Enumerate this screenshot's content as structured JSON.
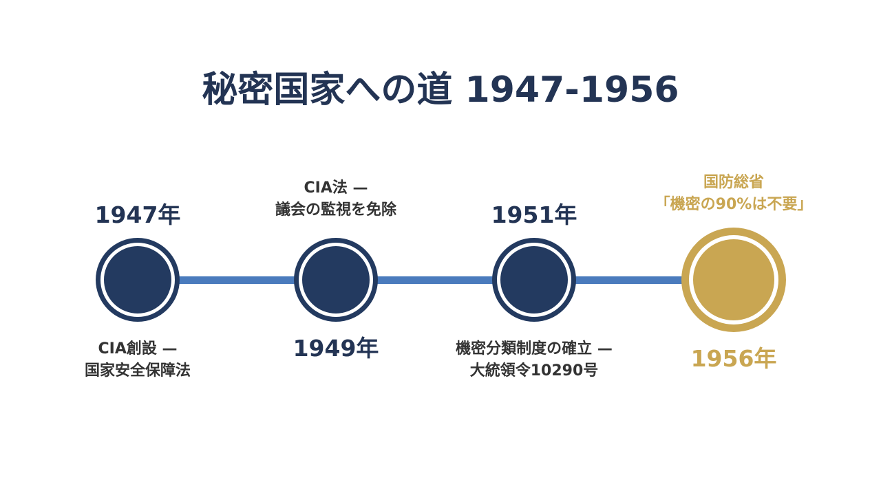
{
  "title": "秘密国家への道 1947-1956",
  "colors": {
    "navy": "#233a60",
    "title_text": "#233454",
    "line": "#4a7bbd",
    "gold": "#c9a652",
    "desc_text": "#333333"
  },
  "timeline": [
    {
      "year": "1947年",
      "desc_line1": "CIA創設 —",
      "desc_line2": "国家安全保障法",
      "year_position": "above",
      "style": "navy"
    },
    {
      "year": "1949年",
      "desc_line1": "CIA法 —",
      "desc_line2": "議会の監視を免除",
      "year_position": "below",
      "style": "navy"
    },
    {
      "year": "1951年",
      "desc_line1": "機密分類制度の確立 —",
      "desc_line2": "大統領令10290号",
      "year_position": "above",
      "style": "navy"
    },
    {
      "year": "1956年",
      "desc_line1": "国防総省",
      "desc_line2": "「機密の90%は不要」",
      "year_position": "below",
      "style": "gold"
    }
  ]
}
